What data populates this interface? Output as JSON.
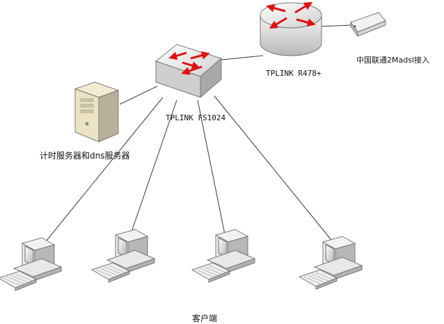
{
  "labels": {
    "router": "TPLINK R478+",
    "modem": "中国联通2Madsl接入",
    "switch": "TPLINK FS1024",
    "server": "计时服务器和dns服务器",
    "clients": "客户端"
  },
  "colors": {
    "device_gray": "#c9c9c9",
    "arrow_red": "#e01010",
    "line": "#3a3a3a",
    "server_tan": "#ece3c2"
  }
}
